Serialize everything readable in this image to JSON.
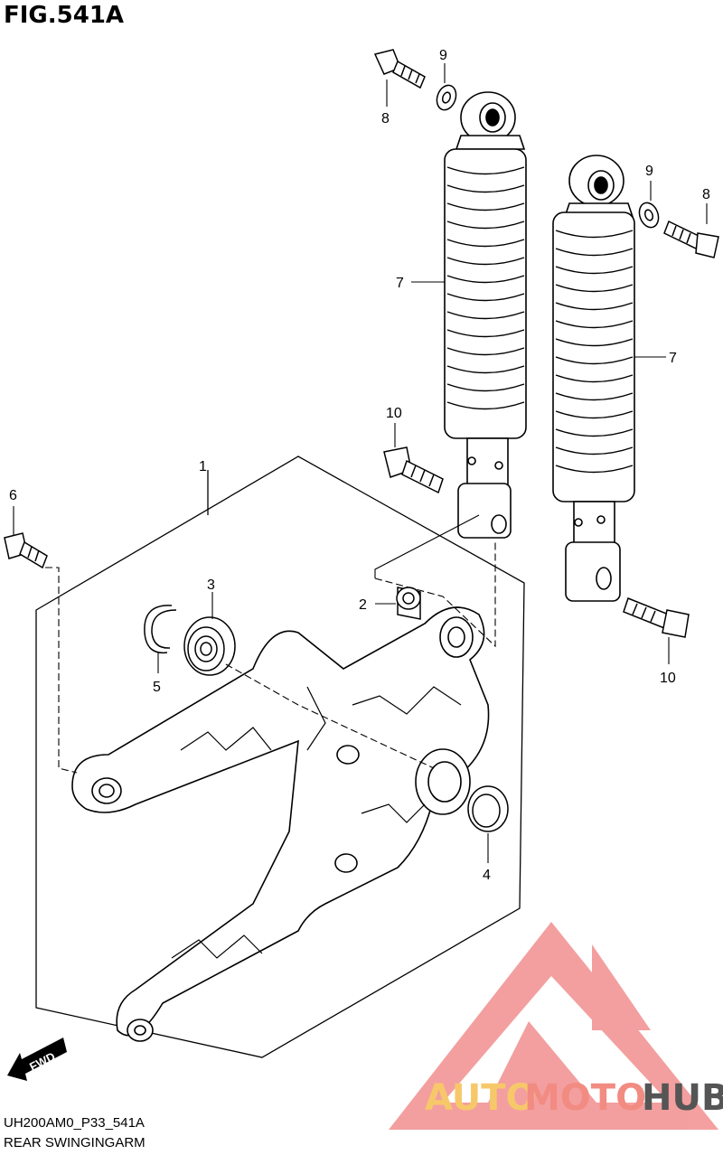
{
  "figure": {
    "title": "FIG.541A",
    "code": "UH200AM0_P33_541A",
    "name": "REAR SWINGINGARM"
  },
  "callouts": {
    "c1": "1",
    "c2": "2",
    "c3": "3",
    "c4": "4",
    "c5": "5",
    "c6": "6",
    "c7a": "7",
    "c7b": "7",
    "c8a": "8",
    "c8b": "8",
    "c9a": "9",
    "c9b": "9",
    "c10a": "10",
    "c10b": "10"
  },
  "direction": {
    "label": "FWD"
  },
  "watermark": {
    "part1": "AUTO",
    "part2": "MOTO",
    "part3": "HUB",
    "colors": {
      "auto": "#f7c86a",
      "moto": "#f28b82",
      "hub": "#555555",
      "logo": "#f08080"
    }
  }
}
